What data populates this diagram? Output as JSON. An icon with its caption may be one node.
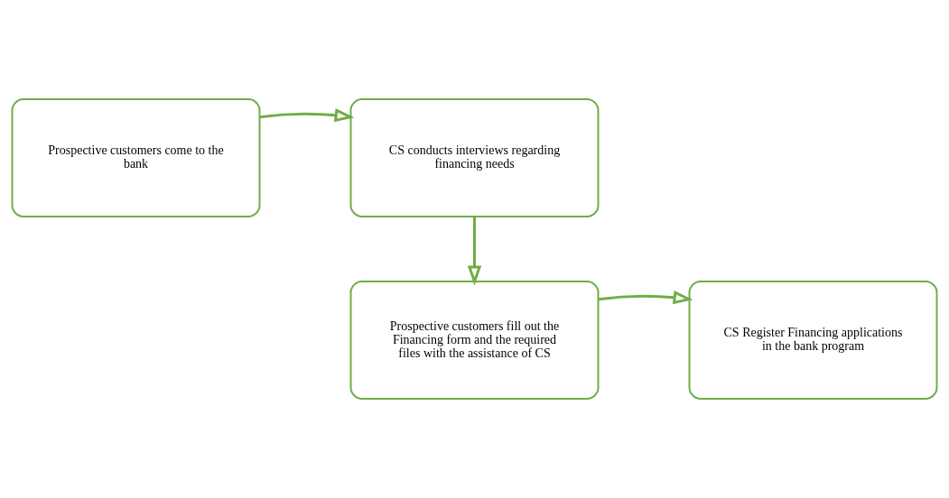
{
  "diagram": {
    "nodes": [
      {
        "text": [
          "Prospective customers come to the bank"
        ]
      },
      {
        "text": [
          "CS conducts interviews regarding financing needs"
        ]
      },
      {
        "text": [
          "Prospective customers fill out the Financing form and the required files with the assistance of CS"
        ]
      },
      {
        "text": [
          "CS Register Financing applications in the bank program"
        ]
      }
    ],
    "edges": [
      {
        "from": 0,
        "to": 1,
        "arrow": "to"
      },
      {
        "from": 1,
        "to": 2,
        "arrow": "to"
      },
      {
        "from": 2,
        "to": 3,
        "arrow": "to"
      }
    ]
  }
}
